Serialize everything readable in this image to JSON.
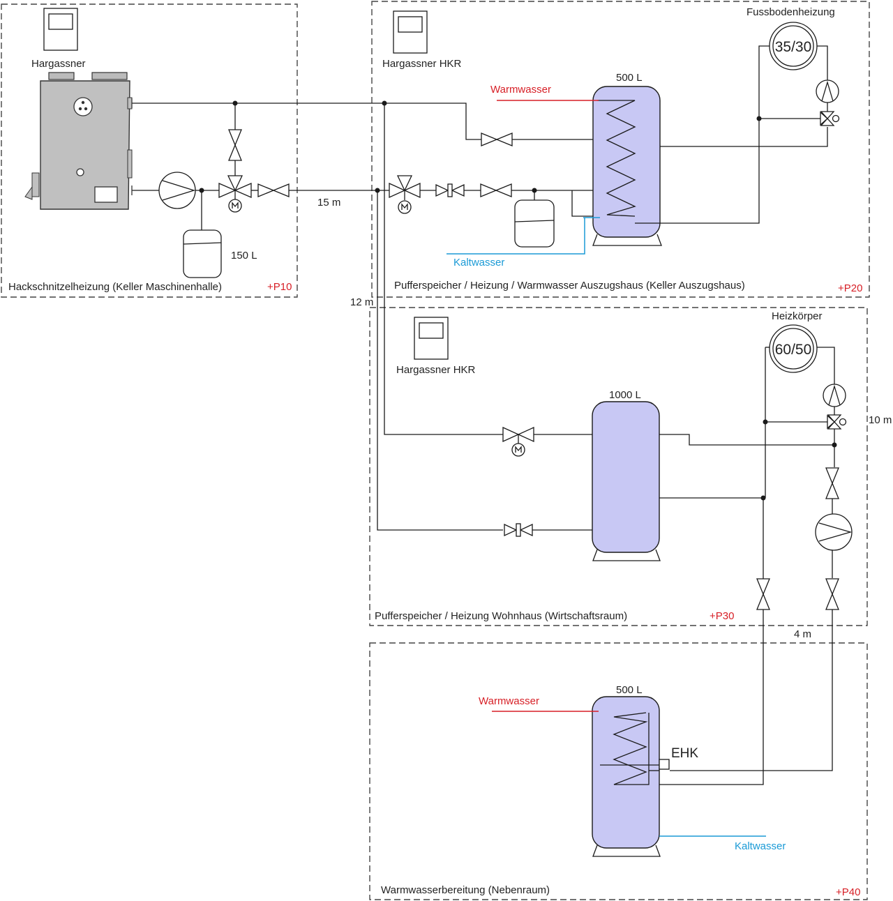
{
  "zones": {
    "p10": {
      "title": "Hackschnitzelheizung (Keller Maschinenhalle)",
      "tag": "+P10",
      "controller": "Hargassner",
      "expansion_volume": "150 L"
    },
    "p20": {
      "title": "Pufferspeicher / Heizung / Warmwasser Auszugshaus (Keller Auszugshaus)",
      "tag": "+P20",
      "controller": "Hargassner HKR",
      "tank_volume": "500 L",
      "circuit": "Fussbodenheizung",
      "temps": "35/30",
      "hot_water": "Warmwasser",
      "cold_water": "Kaltwasser"
    },
    "p30": {
      "title": "Pufferspeicher / Heizung Wohnhaus (Wirtschaftsraum)",
      "tag": "+P30",
      "controller": "Hargassner HKR",
      "tank_volume": "1000 L",
      "circuit": "Heizkörper",
      "temps": "60/50"
    },
    "p40": {
      "title": "Warmwasserbereitung (Nebenraum)",
      "tag": "+P40",
      "tank_volume": "500 L",
      "heater": "EHK",
      "hot_water": "Warmwasser",
      "cold_water": "Kaltwasser"
    }
  },
  "distances": {
    "d15": "15 m",
    "d12": "12 m",
    "d10": "10 m",
    "d4": "4 m"
  },
  "colors": {
    "tank": "#c8c8f4",
    "boiler": "#c0c0c0",
    "warm": "#d71f26",
    "cold": "#1a9ad6"
  },
  "icons": {
    "pump": "pump-icon",
    "valve": "valve-icon",
    "motor": "motor-icon",
    "controller": "controller-icon"
  }
}
